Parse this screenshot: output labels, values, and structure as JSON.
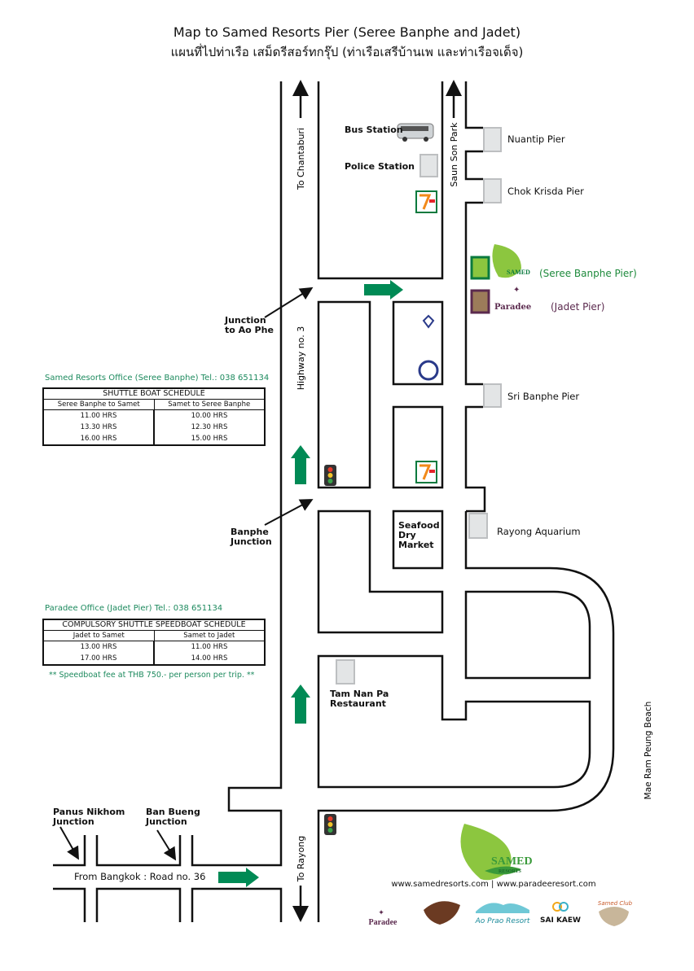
{
  "title": {
    "english": "Map to Samed Resorts Pier (Seree Banphe and Jadet)",
    "thai": "แผนที่ไปท่าเรือ เสม็ดรีสอร์ทกรุ๊ป (ท่าเรือเสรีบ้านเพ และท่าเรือจเด็จ)"
  },
  "roads": {
    "to_chantaburi": "To Chantaburi",
    "saun_son_park": "Saun Son Park",
    "highway": "Highway no. 3",
    "to_rayong": "To Rayong",
    "road36": "From Bangkok : Road no. 36",
    "beach": "Mae Ram Peung Beach"
  },
  "landmarks": {
    "bus_station": "Bus Station",
    "police_station": "Police Station",
    "seafood_line1": "Seafood",
    "seafood_line2": "Dry",
    "seafood_line3": "Market",
    "tam_nan_pa_line1": "Tam Nan Pa",
    "tam_nan_pa_line2": "Restaurant"
  },
  "junctions": {
    "ao_phe_line1": "Junction",
    "ao_phe_line2": "to Ao Phe",
    "banphe_line1": "Banphe",
    "banphe_line2": "Junction",
    "panus_line1": "Panus Nikhom",
    "panus_line2": "Junction",
    "banbueng_line1": "Ban Bueng",
    "banbueng_line2": "Junction"
  },
  "piers": {
    "nuantip": "Nuantip Pier",
    "chok_krisda": "Chok Krisda Pier",
    "seree_banphe": "(Seree Banphe Pier)",
    "jadet": "(Jadet Pier)",
    "sri_banphe": "Sri Banphe Pier",
    "rayong_aquarium": "Rayong Aquarium"
  },
  "logos": {
    "samed_resorts": "SAMED RESORTS",
    "paradee": "Paradee",
    "sai_kaew": "SAI KAEW"
  },
  "shuttle": {
    "office": "Samed Resorts Office (Seree Banphe) Tel.: 038 651134",
    "title": "SHUTTLE BOAT SCHEDULE",
    "columns": [
      "Seree Banphe to Samet",
      "Samet to Seree Banphe"
    ],
    "rows": [
      [
        "11.00 HRS",
        "10.00 HRS"
      ],
      [
        "13.30 HRS",
        "12.30 HRS"
      ],
      [
        "16.00 HRS",
        "15.00 HRS"
      ]
    ]
  },
  "speedboat": {
    "office": "Paradee Office (Jadet Pier) Tel.: 038 651134",
    "title": "COMPULSORY SHUTTLE SPEEDBOAT SCHEDULE",
    "columns": [
      "Jadet to Samet",
      "Samet to Jadet"
    ],
    "rows": [
      [
        "13.00 HRS",
        "11.00 HRS"
      ],
      [
        "17.00 HRS",
        "14.00 HRS"
      ]
    ],
    "note": "** Speedboat fee at THB 750.- per person per trip. **"
  },
  "footer": {
    "urls": "www.samedresorts.com | www.paradeeresort.com"
  },
  "colors": {
    "direction_arrow": "#008a55",
    "office_text": "#1d8a5e",
    "seree_pier": "#8cc63f",
    "jadet_pier": "#9c7c5a",
    "paradee_purple": "#5b2a4e",
    "pier_box": "#e3e5e6"
  }
}
